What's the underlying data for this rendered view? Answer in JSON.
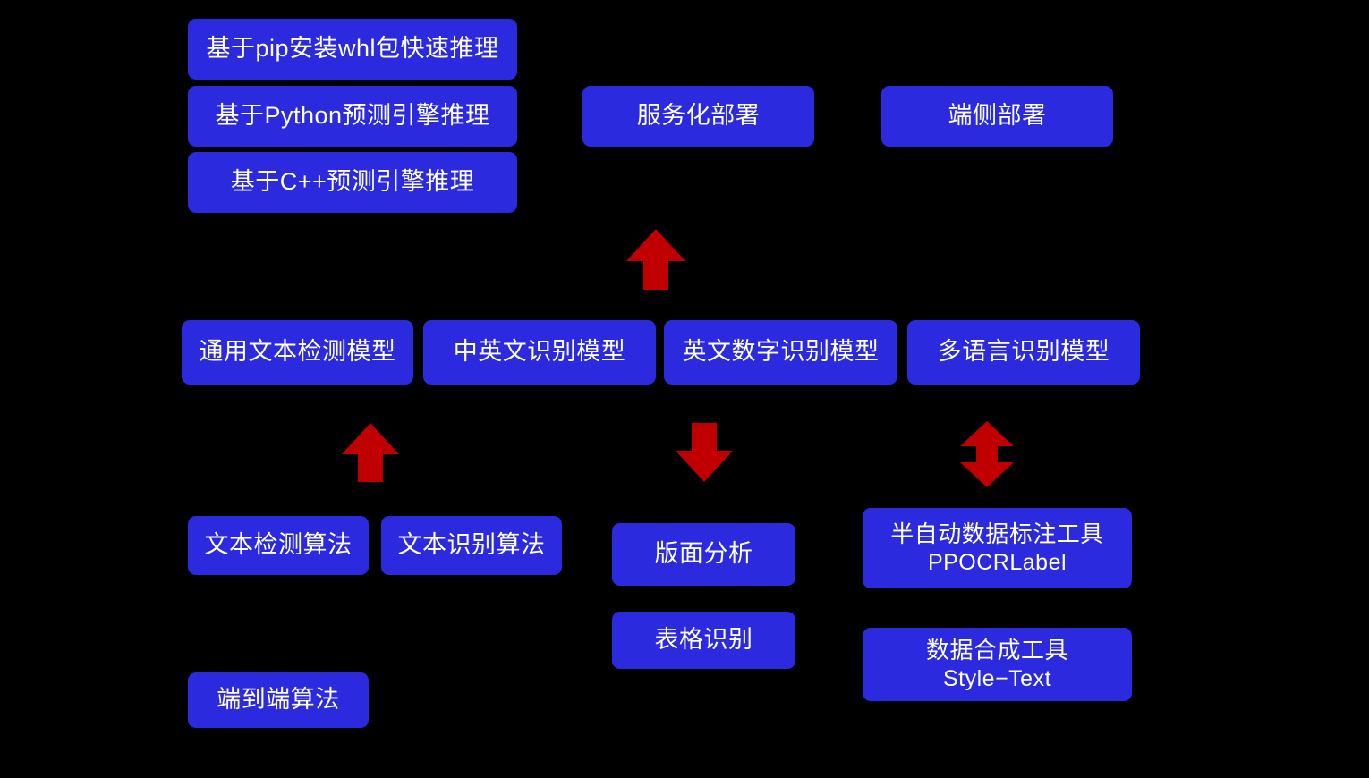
{
  "diagram": {
    "background_color": "#000000",
    "node_color": "#2b2ade",
    "node_text_color": "#ffffff",
    "arrow_color": "#c00000",
    "groups": {
      "inference": {
        "nodes": [
          {
            "id": "pip-whl-inference",
            "label": "基于pip安装whl包快速推理"
          },
          {
            "id": "python-engine-inference",
            "label": "基于Python预测引擎推理"
          },
          {
            "id": "cpp-engine-inference",
            "label": "基于C++预测引擎推理"
          }
        ]
      },
      "deployment": {
        "nodes": [
          {
            "id": "service-deployment",
            "label": "服务化部署"
          },
          {
            "id": "edge-deployment",
            "label": "端侧部署"
          }
        ]
      },
      "models": {
        "nodes": [
          {
            "id": "general-text-detection-model",
            "label": "通用文本检测模型"
          },
          {
            "id": "chinese-english-recognition-model",
            "label": "中英文识别模型"
          },
          {
            "id": "english-digit-recognition-model",
            "label": "英文数字识别模型"
          },
          {
            "id": "multilingual-recognition-model",
            "label": "多语言识别模型"
          }
        ]
      },
      "algorithms": {
        "nodes": [
          {
            "id": "text-detection-algorithm",
            "label": "文本检测算法"
          },
          {
            "id": "text-recognition-algorithm",
            "label": "文本识别算法"
          },
          {
            "id": "end-to-end-algorithm",
            "label": "端到端算法"
          }
        ]
      },
      "document_analysis": {
        "nodes": [
          {
            "id": "layout-analysis",
            "label": "版面分析"
          },
          {
            "id": "table-recognition",
            "label": "表格识别"
          }
        ]
      },
      "tools": {
        "nodes": [
          {
            "id": "semi-auto-data-annotation-tool",
            "label": "半自动数据标注工具",
            "subtitle": "PPOCRLabel"
          },
          {
            "id": "data-synthesis-tool",
            "label": "数据合成工具",
            "subtitle": "Style−Text"
          }
        ]
      }
    },
    "arrows": [
      {
        "id": "models-to-deployment",
        "direction": "up"
      },
      {
        "id": "algorithms-to-models",
        "direction": "up"
      },
      {
        "id": "models-to-document-analysis",
        "direction": "down"
      },
      {
        "id": "models-to-tools",
        "direction": "both"
      }
    ]
  }
}
